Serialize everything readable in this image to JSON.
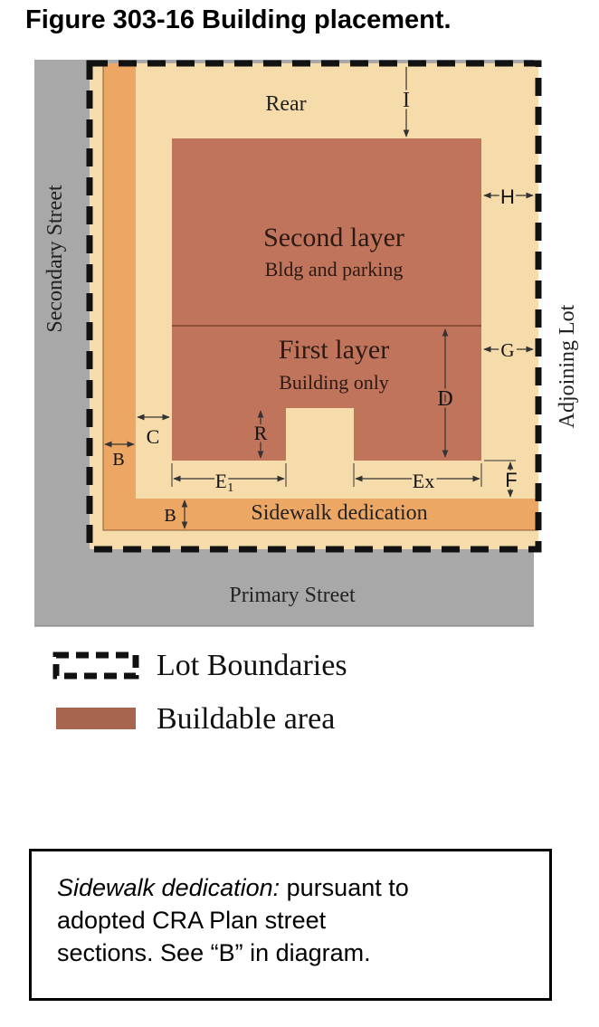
{
  "title": "Figure 303-16 Building placement.",
  "colors": {
    "street": "#a8a8a8",
    "lot_light": "#f6dcaa",
    "sidewalk": "#eda765",
    "buildable": "#c0745b",
    "legend_buildable": "#a7644f",
    "boundary": "#111111"
  },
  "labels": {
    "rear": "Rear",
    "secondary_street": "Secondary Street",
    "adjoining_lot": "Adjoining Lot",
    "primary_street": "Primary Street",
    "second_layer": "Second layer",
    "second_layer_sub": "Bldg and parking",
    "first_layer": "First layer",
    "first_layer_sub": "Building only",
    "sidewalk_dedication": "Sidewalk dedication"
  },
  "dims": {
    "I": "I",
    "H": "H",
    "G": "G",
    "D": "D",
    "R": "R",
    "C": "C",
    "B_left": "B",
    "B_bottom": "B",
    "E1_main": "E",
    "E1_sub": "1",
    "Ex": "Ex",
    "F": "F"
  },
  "legend": {
    "lot_boundaries": "Lot Boundaries",
    "buildable_area": "Buildable area"
  },
  "note": {
    "lead": "Sidewalk dedication:",
    "line1_rest": " pursuant to",
    "line2": "adopted CRA Plan street",
    "line3": "sections. See “B” in diagram."
  }
}
